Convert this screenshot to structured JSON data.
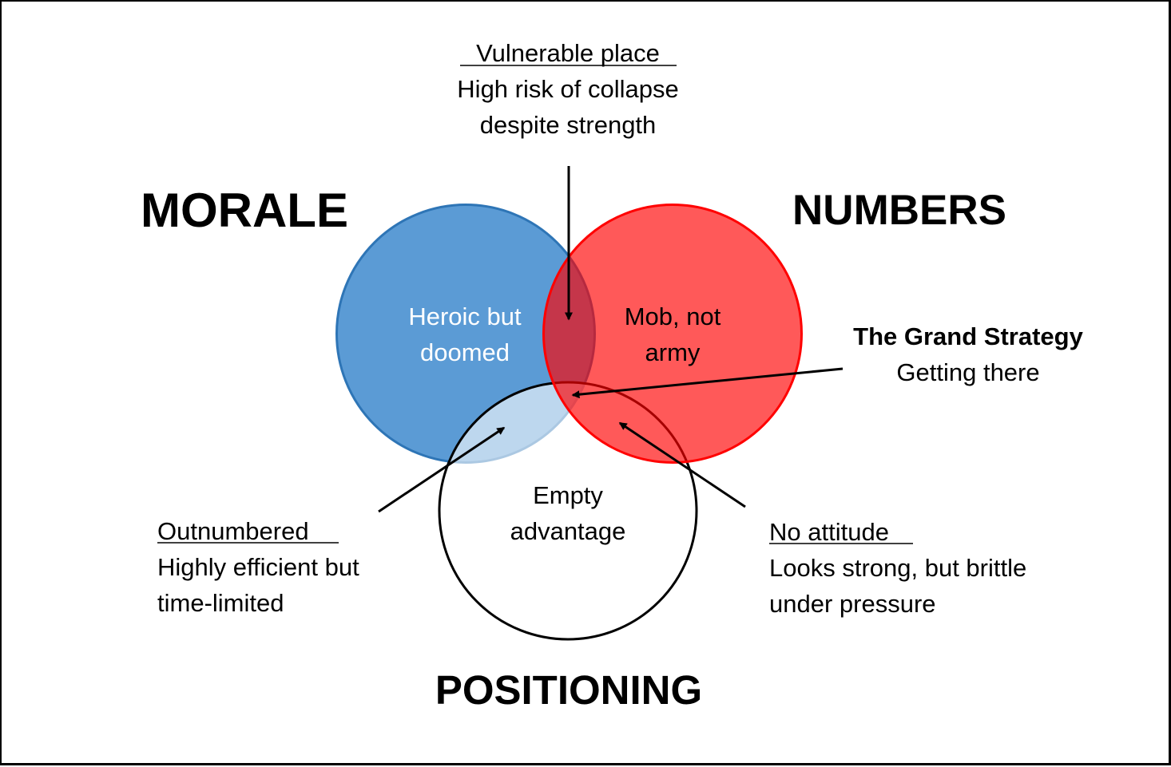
{
  "diagram": {
    "type": "venn",
    "sets": [
      {
        "id": "morale",
        "label": "MORALE",
        "fill": "#5B9BD5",
        "stroke": "#2E75B6"
      },
      {
        "id": "numbers",
        "label": "NUMBERS",
        "fill": "#FF0000",
        "stroke": "#FF0000"
      },
      {
        "id": "positioning",
        "label": "POSITIONING",
        "fill": "#FFFFFF",
        "stroke": "#000000"
      }
    ],
    "regions": {
      "morale_only": {
        "line1": "Heroic but",
        "line2": "doomed",
        "color": "#FFFFFF"
      },
      "numbers_only": {
        "line1": "Mob, not",
        "line2": "army",
        "color": "#000000"
      },
      "positioning_only": {
        "line1": "Empty",
        "line2": "advantage",
        "color": "#000000"
      }
    },
    "callouts": {
      "vulnerable": {
        "title": "Vulnerable place",
        "line1": "High risk of collapse",
        "line2": "despite strength",
        "points_to": "morale ∩ numbers"
      },
      "grand_strategy": {
        "title": "The Grand Strategy",
        "line1": "Getting there",
        "points_to": "morale ∩ numbers ∩ positioning"
      },
      "outnumbered": {
        "title": "Outnumbered",
        "line1": "Highly efficient but",
        "line2": "time-limited",
        "points_to": "morale ∩ positioning"
      },
      "no_attitude": {
        "title": "No attitude",
        "line1": "Looks strong, but brittle",
        "line2": "under pressure",
        "points_to": "numbers ∩ positioning"
      }
    }
  }
}
